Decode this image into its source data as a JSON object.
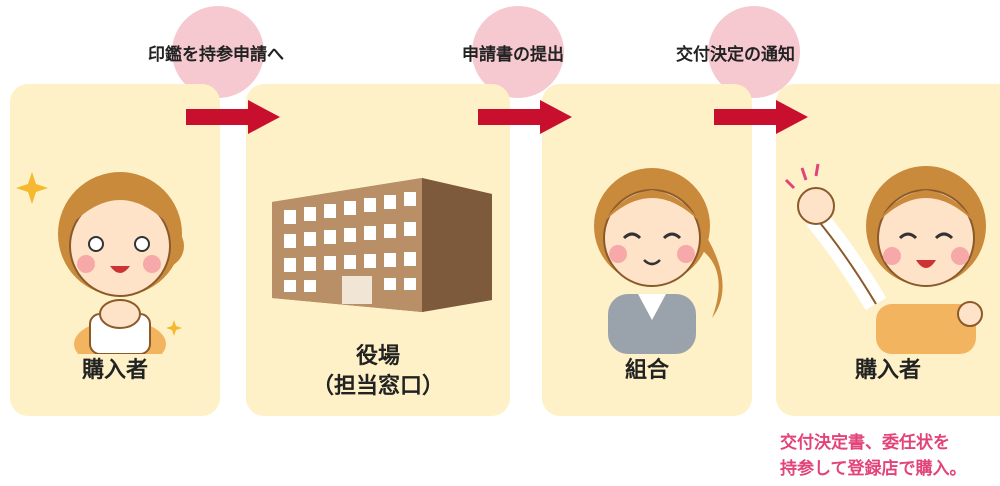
{
  "steps": [
    {
      "label": "印鑑を持参申請へ"
    },
    {
      "label": "申請書の提出"
    },
    {
      "label": "交付決定の通知"
    }
  ],
  "cards": [
    {
      "label": "購入者"
    },
    {
      "label_line1": "役場",
      "label_line2": "（担当窓口）"
    },
    {
      "label": "組合"
    },
    {
      "label": "購入者"
    }
  ],
  "note": {
    "line1": "交付決定書、委任状を",
    "line2": "持参して登録店で購入。"
  },
  "colors": {
    "card_bg": "#fef1c7",
    "bubble": "#f6c9d0",
    "arrow": "#c8102e",
    "note_text": "#e2447a",
    "building": "#a57d5a"
  },
  "icons": [
    "sparkle-icon",
    "arrow-right-icon",
    "building-icon",
    "person-icon",
    "fist-icon"
  ]
}
